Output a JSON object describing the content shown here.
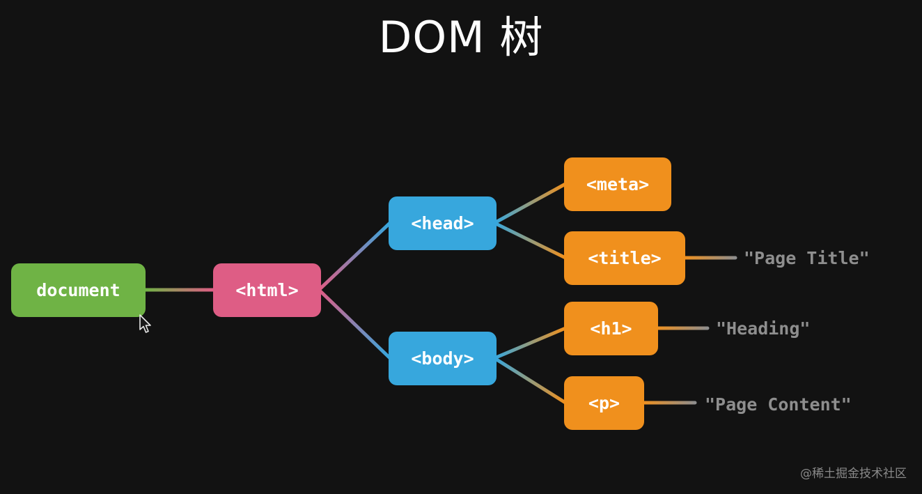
{
  "title": "DOM 树",
  "nodes": {
    "document": "document",
    "html": "<html>",
    "head": "<head>",
    "body": "<body>",
    "meta": "<meta>",
    "title": "<title>",
    "h1": "<h1>",
    "p": "<p>"
  },
  "text_nodes": {
    "page_title": "\"Page Title\"",
    "heading": "\"Heading\"",
    "page_content": "\"Page Content\""
  },
  "watermark": "@稀土掘金技术社区",
  "colors": {
    "background": "#121212",
    "document": "#6fb345",
    "html": "#de5d85",
    "head_body": "#37a7dd",
    "leaf": "#f0901d",
    "text_node": "#8e8e8e"
  },
  "icons": {
    "cursor": "mouse-pointer-icon"
  }
}
